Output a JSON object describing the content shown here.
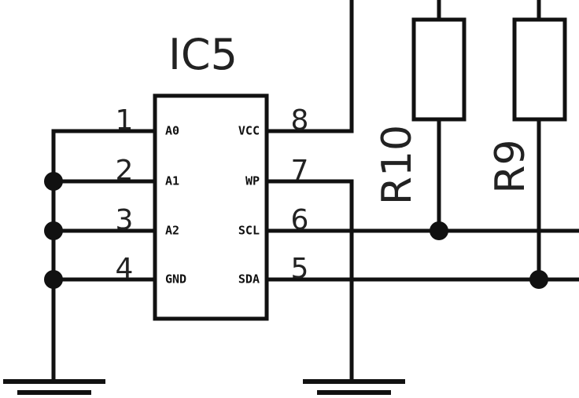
{
  "component": {
    "designator": "IC5",
    "pins": [
      {
        "number": "1",
        "name": "A0"
      },
      {
        "number": "2",
        "name": "A1"
      },
      {
        "number": "3",
        "name": "A2"
      },
      {
        "number": "4",
        "name": "GND"
      },
      {
        "number": "8",
        "name": "VCC"
      },
      {
        "number": "7",
        "name": "WP"
      },
      {
        "number": "6",
        "name": "SCL"
      },
      {
        "number": "5",
        "name": "SDA"
      }
    ]
  },
  "resistors": [
    {
      "designator": "R10"
    },
    {
      "designator": "R9"
    }
  ]
}
